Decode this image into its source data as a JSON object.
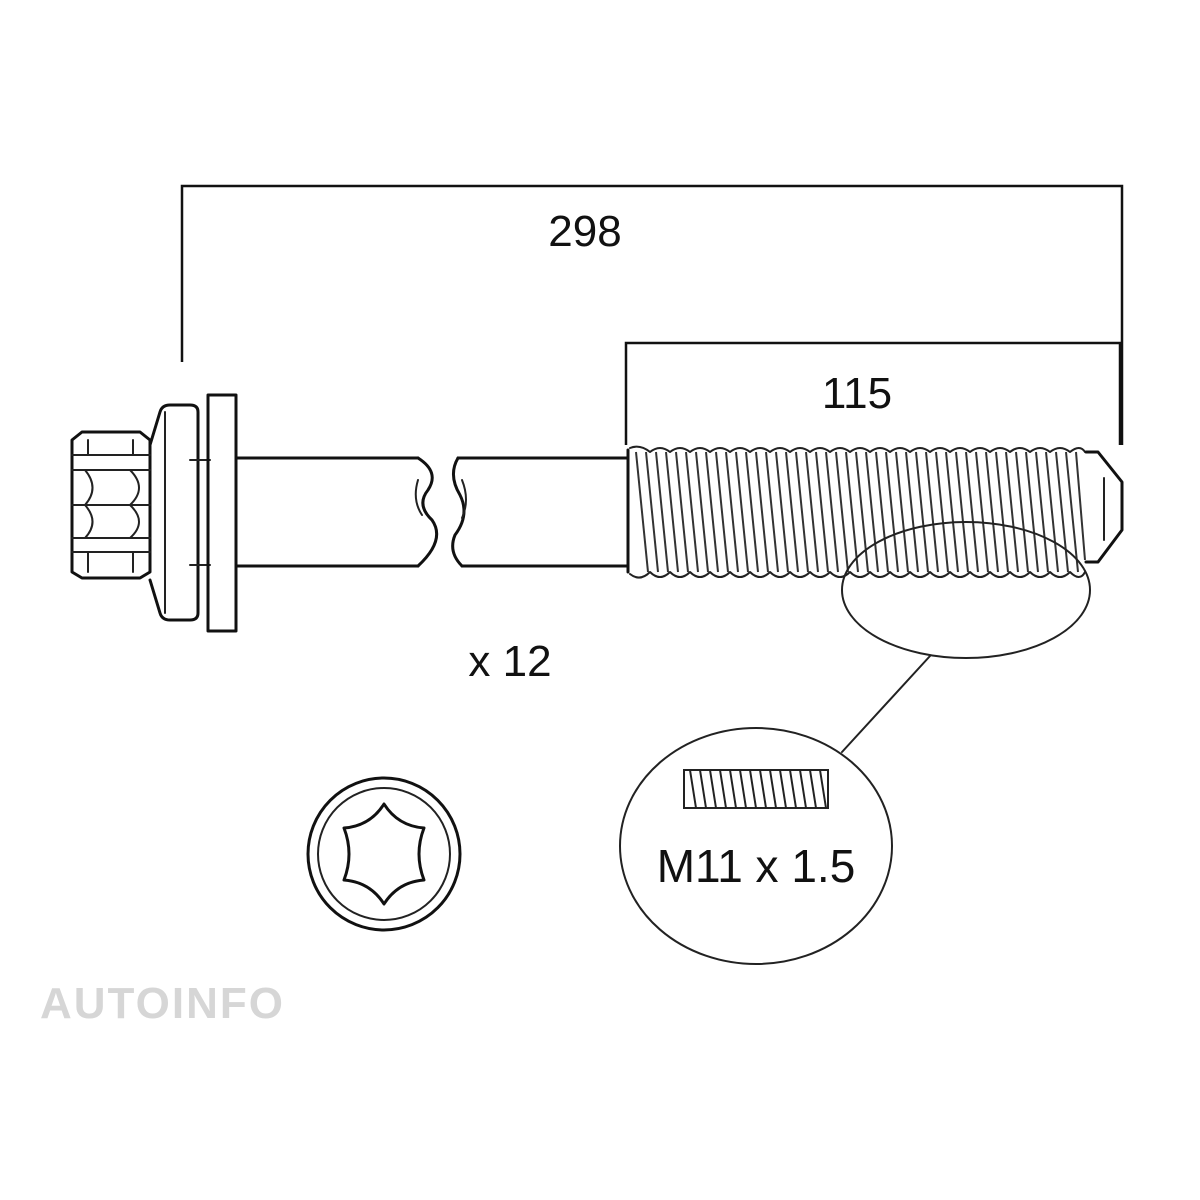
{
  "diagram": {
    "overall_length": "298",
    "thread_length": "115",
    "quantity": "x 12",
    "thread_spec": "M11 x 1.5",
    "watermark": "AUTOINFO",
    "icons": {
      "bolt": "hex-flange-bolt-icon",
      "drive": "external-torx-head-icon",
      "thread_detail": "thread-detail-magnifier-icon"
    }
  }
}
